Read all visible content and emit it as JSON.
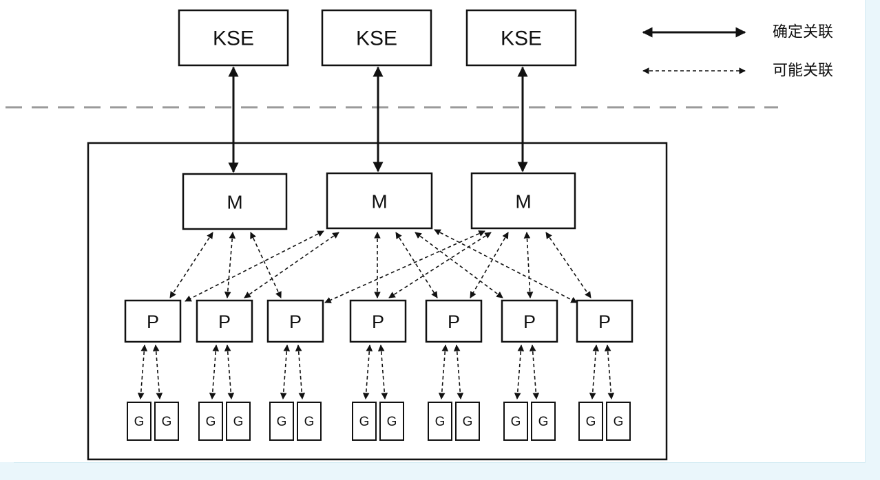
{
  "kse": [
    "KSE",
    "KSE",
    "KSE"
  ],
  "m": [
    "M",
    "M",
    "M"
  ],
  "p": [
    "P",
    "P",
    "P",
    "P",
    "P",
    "P",
    "P"
  ],
  "g": [
    "G",
    "G",
    "G",
    "G",
    "G",
    "G",
    "G",
    "G",
    "G",
    "G",
    "G",
    "G",
    "G",
    "G"
  ],
  "legend": {
    "definite": "确定关联",
    "possible": "可能关联"
  },
  "links": {
    "kse_m": [
      [
        0,
        0
      ],
      [
        1,
        1
      ],
      [
        2,
        2
      ]
    ],
    "m_p": [
      [
        0,
        0
      ],
      [
        0,
        1
      ],
      [
        0,
        2
      ],
      [
        1,
        0
      ],
      [
        1,
        1
      ],
      [
        1,
        3
      ],
      [
        1,
        4
      ],
      [
        1,
        5
      ],
      [
        1,
        6
      ],
      [
        2,
        2
      ],
      [
        2,
        3
      ],
      [
        2,
        4
      ],
      [
        2,
        5
      ],
      [
        2,
        6
      ]
    ],
    "p_g": [
      [
        0,
        0
      ],
      [
        0,
        1
      ],
      [
        1,
        2
      ],
      [
        1,
        3
      ],
      [
        2,
        4
      ],
      [
        2,
        5
      ],
      [
        3,
        6
      ],
      [
        3,
        7
      ],
      [
        4,
        8
      ],
      [
        4,
        9
      ],
      [
        5,
        10
      ],
      [
        5,
        11
      ],
      [
        6,
        12
      ],
      [
        6,
        13
      ]
    ]
  }
}
